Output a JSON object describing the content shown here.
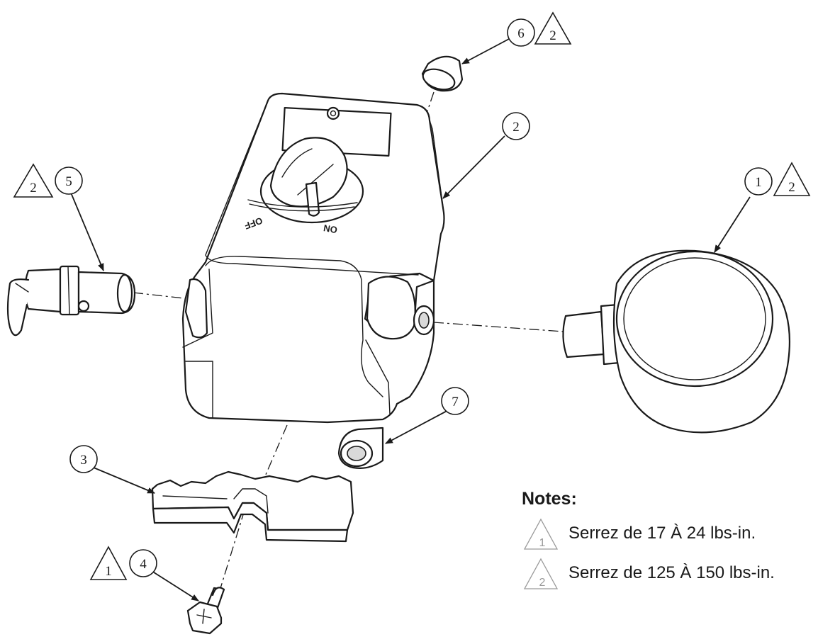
{
  "diagram": {
    "callouts": [
      {
        "part": "1",
        "note": "2"
      },
      {
        "part": "2",
        "note": ""
      },
      {
        "part": "3",
        "note": ""
      },
      {
        "part": "4",
        "note": "1"
      },
      {
        "part": "5",
        "note": "2"
      },
      {
        "part": "6",
        "note": "2"
      },
      {
        "part": "7",
        "note": ""
      }
    ],
    "dial_labels": {
      "left": "OFF",
      "right": "ON"
    }
  },
  "notes": {
    "title": "Notes:",
    "items": [
      {
        "marker": "1",
        "text": "Serrez de 17 À 24 lbs-in."
      },
      {
        "marker": "2",
        "text": "Serrez de 125 À 150 lbs-in."
      }
    ]
  },
  "colors": {
    "line": "#1a1a1a",
    "note_marker": "#9a9a9a",
    "background": "#ffffff"
  }
}
